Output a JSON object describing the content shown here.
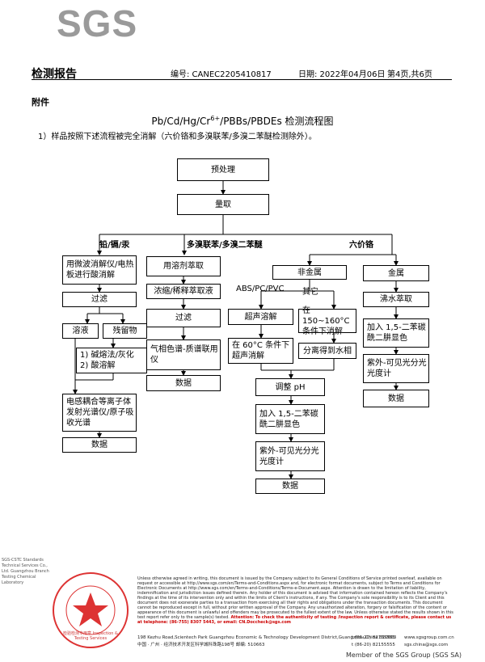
{
  "header": {
    "logo": "SGS",
    "title": "检测报告",
    "report_no": "编号: CANEC2205410817",
    "date": "日期: 2022年04月06日",
    "page": "第4页,共6页"
  },
  "annex": "附件",
  "flow_title": "Pb/Cd/Hg/Cr6+/PBBs/PBDEs 检测流程图",
  "note": "1）样品按照下述流程被完全消解（六价铬和多溴联苯/多溴二苯醚检测除外）。",
  "flow": {
    "pretreat": "预处理",
    "measure": "量取",
    "branch_metal": "铅/镉/汞",
    "branch_pbb": "多溴联苯/多溴二苯醚",
    "branch_cr": "六价铬",
    "m1": "用微波消解仪/电热板进行酸消解",
    "m2": "过滤",
    "m3a": "溶液",
    "m3b": "残留物",
    "m4": "1) 碱熔法/灰化\n2) 酸溶解",
    "m5": "电感耦合等离子体发射光谱仪/原子吸收光谱",
    "m6": "数据",
    "p1": "用溶剂萃取",
    "p2": "浓缩/稀释萃取液",
    "p3": "过滤",
    "p4": "气相色谱-质谱联用仪",
    "p5": "数据",
    "c_nonmetal": "非金属",
    "c_lbl_abs": "ABS/PC/PVC",
    "c_lbl_other": "其它",
    "c_ultra": "超声溶解",
    "c_heat": "在 150~160°C 条件下消解",
    "c_60": "在 60°C 条件下超声消解",
    "c_sep": "分离得到水相",
    "c_ph": "调整 pH",
    "c_add": "加入 1,5-二苯碳酰二肼显色",
    "c_uv": "紫外-可见光分光光度计",
    "c_data": "数据",
    "c_metal": "金属",
    "c_boil": "沸水萃取",
    "c_add2": "加入 1,5-二苯碳酰二肼显色",
    "c_uv2": "紫外-可见光分光光度计",
    "c_data2": "数据"
  },
  "footer": {
    "fine_print": "Unless otherwise agreed in writing, this document is issued by the Company subject to its General Conditions of Service printed overleaf, available on request or accessible at http://www.sgs.com/en/Terms-and-Conditions.aspx and, for electronic format documents, subject to Terms and Conditions for Electronic Documents at http://www.sgs.com/en/Terms-and-Conditions/Terms-e-Document.aspx. Attention is drawn to the limitation of liability, indemnification and jurisdiction issues defined therein. Any holder of this document is advised that information contained hereon reflects the Company's findings at the time of its intervention only and within the limits of Client's instructions, if any. The Company's sole responsibility is to its Client and this document does not exonerate parties to a transaction from exercising all their rights and obligations under the transaction documents. This document cannot be reproduced except in full, without prior written approval of the Company. Any unauthorized alteration, forgery or falsification of the content or appearance of this document is unlawful and offenders may be prosecuted to the fullest extent of the law. Unless otherwise stated the results shown in this test report refer only to the sample(s) tested.",
    "attention": "Attention: To check the authenticity of testing /inspection report & certificate, please contact us at telephone: (86-755) 8307 5443, or email: CN.Doccheck@sgs.com",
    "addr_en": "198 Kezhu Road,Scientech Park Guangzhou Economic & Technology Development District,Guangzhou,China   510663",
    "addr_cn": "中国 · 广州 · 经济技术开发区科学城科珠路198号   邮编: 510663",
    "tel1": "t (86-20) 82155555",
    "tel2": "t (86-20) 82155555",
    "web1": "www.sgsgroup.com.cn",
    "web2": "sgs.china@sgs.com",
    "member": "Member of the SGS Group (SGS SA)",
    "seal_text": "SGS-CSTC Standards Technical Services Co., Ltd. Guangzhou Branch Testing Chemical Laboratory",
    "seal_inner": "检验检测专用章 Inspection & Testing Services"
  }
}
